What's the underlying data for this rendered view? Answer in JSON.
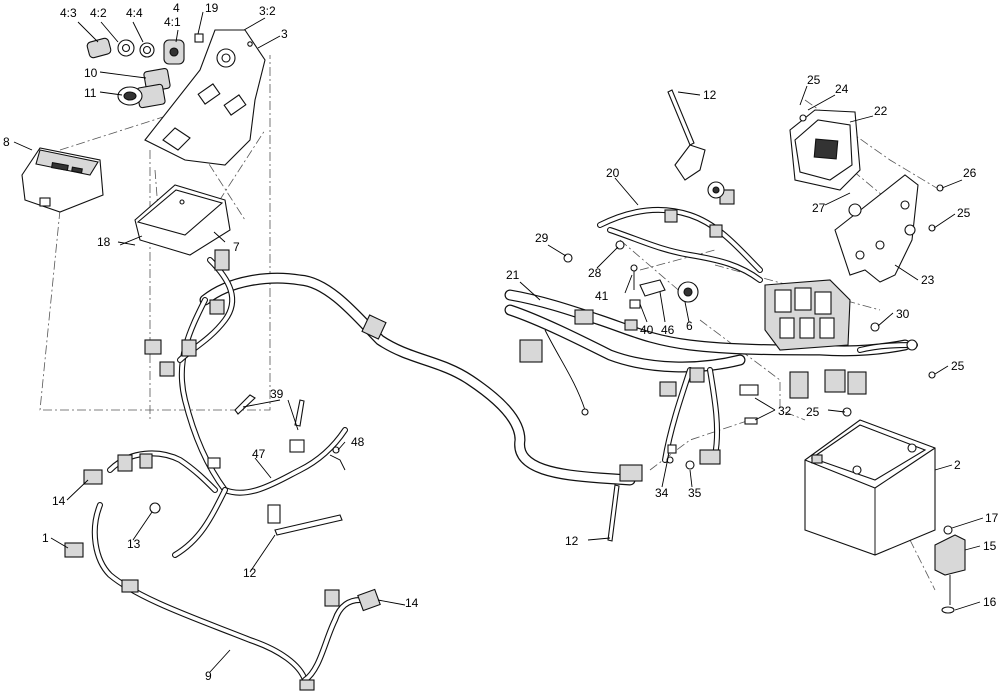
{
  "callouts": {
    "c_4_3": "4:3",
    "c_4_2": "4:2",
    "c_4_4": "4:4",
    "c_4": "4",
    "c_4_1": "4:1",
    "c_19": "19",
    "c_3_2": "3:2",
    "c_3": "3",
    "c_10": "10",
    "c_11": "11",
    "c_8": "8",
    "c_18": "18",
    "c_7": "7",
    "c_12_top": "12",
    "c_20": "20",
    "c_25_a": "25",
    "c_24": "24",
    "c_22": "22",
    "c_26": "26",
    "c_27": "27",
    "c_25_b": "25",
    "c_29": "29",
    "c_28": "28",
    "c_21": "21",
    "c_41": "41",
    "c_40": "40",
    "c_46": "46",
    "c_6": "6",
    "c_23": "23",
    "c_30": "30",
    "c_25_c": "25",
    "c_32": "32",
    "c_25_d": "25",
    "c_39": "39",
    "c_48": "48",
    "c_47": "47",
    "c_14_a": "14",
    "c_13": "13",
    "c_1": "1",
    "c_12_b": "12",
    "c_14_b": "14",
    "c_9": "9",
    "c_34": "34",
    "c_35": "35",
    "c_12_c": "12",
    "c_2": "2",
    "c_17": "17",
    "c_15": "15",
    "c_16": "16"
  }
}
